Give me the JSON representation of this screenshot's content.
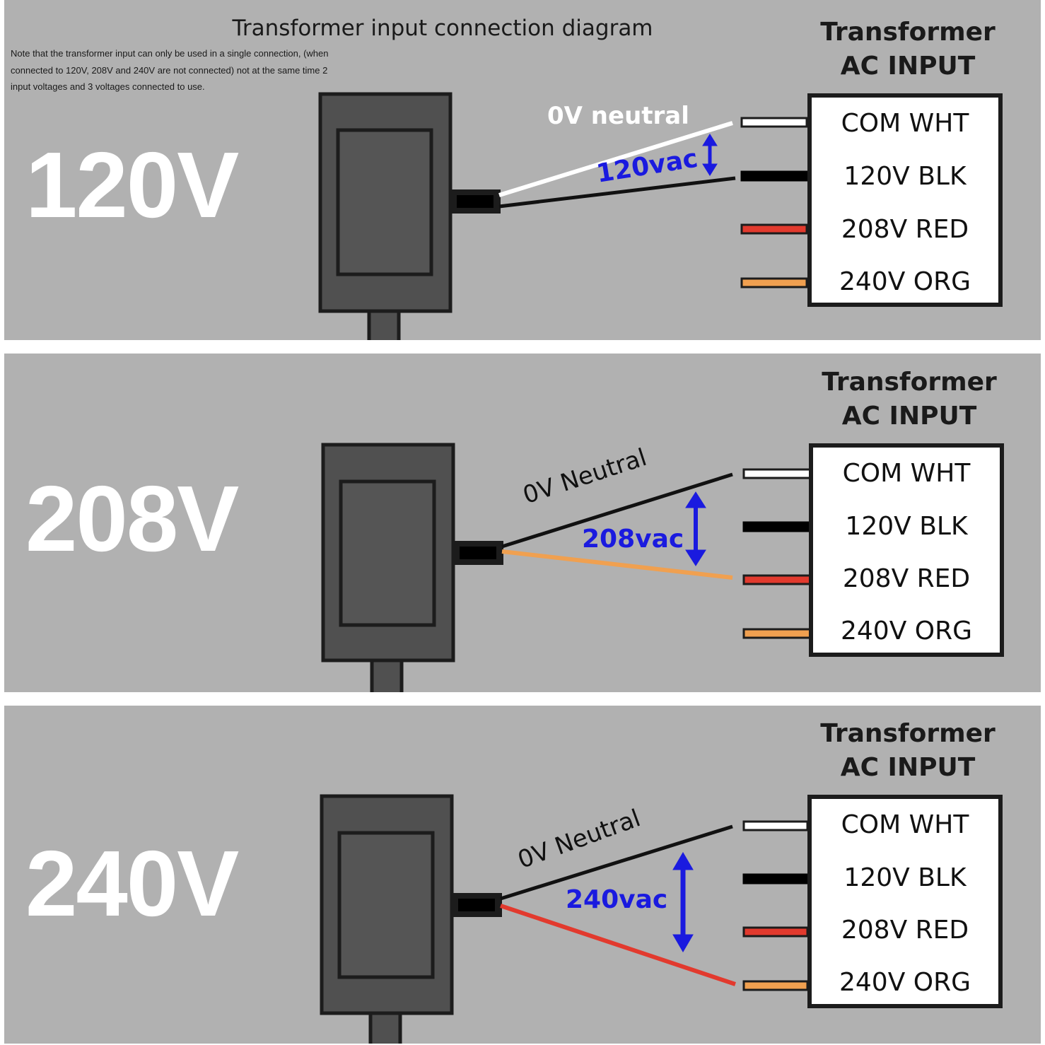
{
  "header": {
    "title": "Transformer input connection diagram",
    "note_lines": [
      "Note that the transformer input can only be used in a single connection, (when",
      "connected to 120V, 208V and 240V are not connected) not at the same time 2",
      "input voltages and 3 voltages connected to use."
    ]
  },
  "panels": [
    {
      "voltage": "120V",
      "input_title_line1": "Transformer",
      "input_title_line2": "AC INPUT",
      "terminals": [
        "COM WHT",
        "120V BLK",
        "208V RED",
        "240V ORG"
      ],
      "neutral_label": "0V neutral",
      "vac_label": "120vac"
    },
    {
      "voltage": "208V",
      "input_title_line1": "Transformer",
      "input_title_line2": "AC INPUT",
      "terminals": [
        "COM WHT",
        "120V BLK",
        "208V RED",
        "240V ORG"
      ],
      "neutral_label": "0V Neutral",
      "vac_label": "208vac"
    },
    {
      "voltage": "240V",
      "input_title_line1": "Transformer",
      "input_title_line2": "AC INPUT",
      "terminals": [
        "COM WHT",
        "120V BLK",
        "208V RED",
        "240V ORG"
      ],
      "neutral_label": "0V   Neutral",
      "vac_label": "240vac"
    }
  ],
  "colors": {
    "panel_bg": "#b1b1b1",
    "wire_white": "#ffffff",
    "wire_black": "#111111",
    "wire_red": "#e23a2e",
    "wire_orange": "#f0a050",
    "arrow_blue": "#1a1adf"
  }
}
